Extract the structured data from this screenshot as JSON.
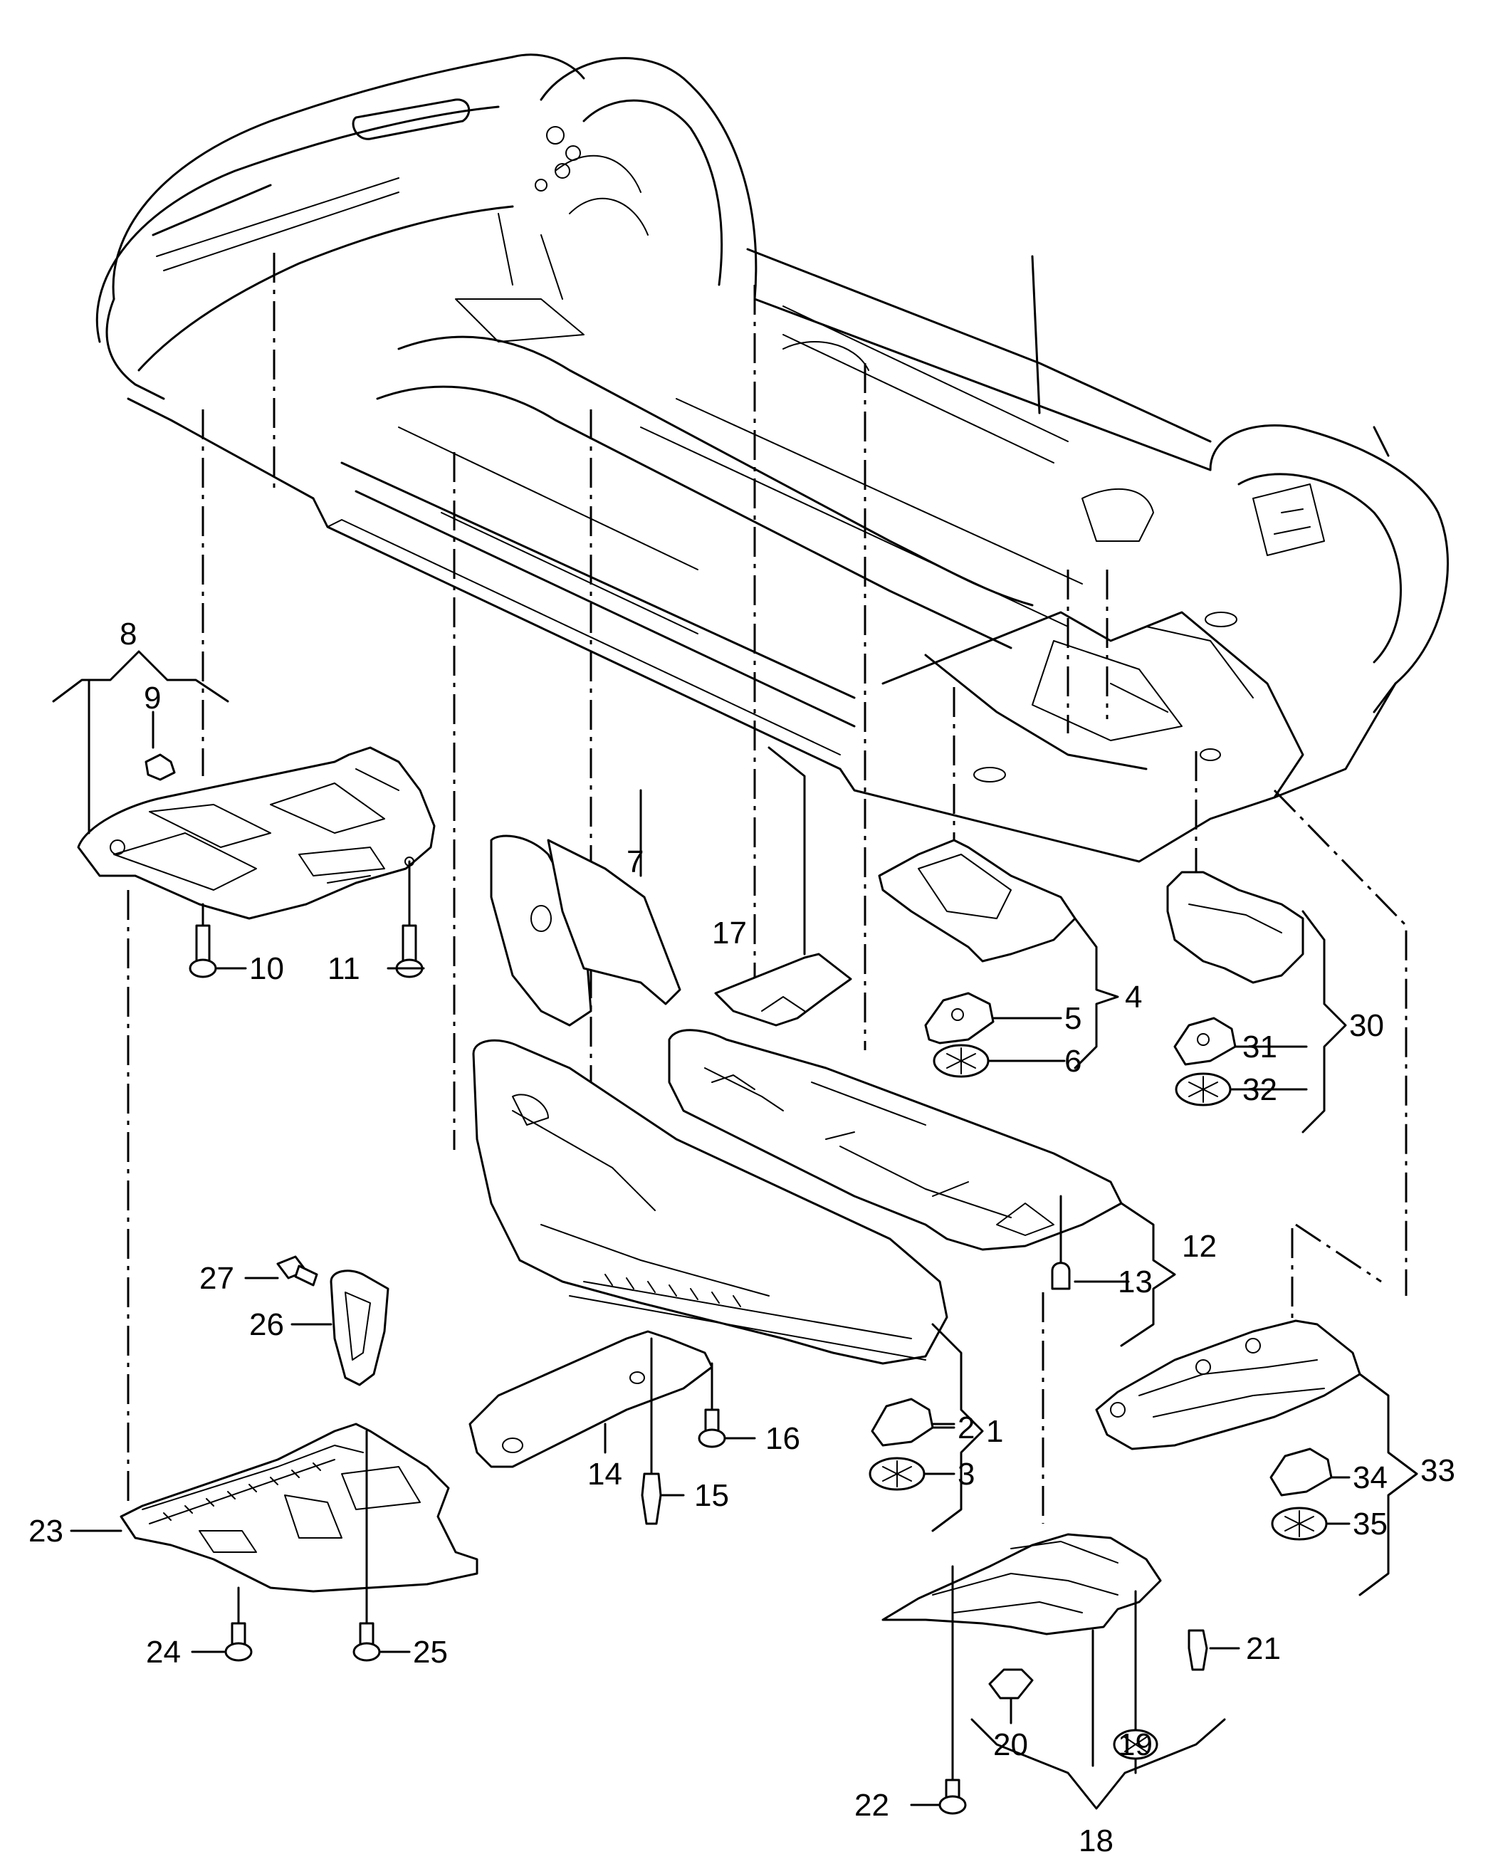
{
  "callouts": {
    "c1": "1",
    "c2": "2",
    "c3": "3",
    "c4": "4",
    "c5": "5",
    "c6": "6",
    "c7": "7",
    "c8": "8",
    "c9": "9",
    "c10": "10",
    "c11": "11",
    "c12": "12",
    "c13": "13",
    "c14": "14",
    "c15": "15",
    "c16": "16",
    "c17": "17",
    "c18": "18",
    "c19": "19",
    "c20": "20",
    "c21": "21",
    "c22": "22",
    "c23": "23",
    "c24": "24",
    "c25": "25",
    "c26": "26",
    "c27": "27",
    "c30": "30",
    "c31": "31",
    "c32": "32",
    "c33": "33",
    "c34": "34",
    "c35": "35"
  }
}
